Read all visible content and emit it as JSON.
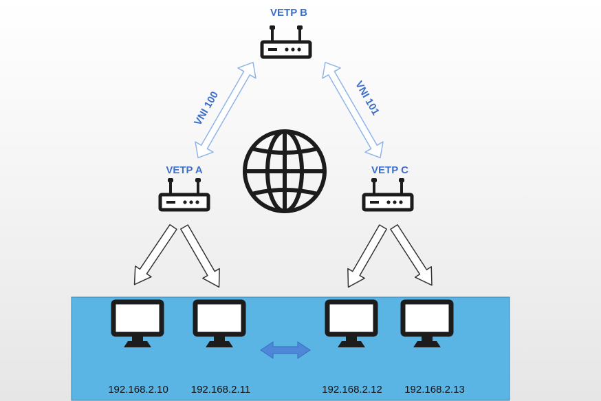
{
  "colors": {
    "accent_text": "#3d6fc9",
    "lan_fill": "#5ab4e4",
    "device": "#1c1c1c",
    "link_arrow_fill": "#ffffff",
    "link_arrow_stroke": "#8fb4e8",
    "lan_arrow_fill": "#4f87d8"
  },
  "vteps": {
    "a": {
      "label": "VETP A",
      "icon": "router-icon"
    },
    "b": {
      "label": "VETP B",
      "icon": "router-icon"
    },
    "c": {
      "label": "VETP C",
      "icon": "router-icon"
    }
  },
  "links": [
    {
      "label": "VNI 100",
      "from": "VETP A",
      "to": "VETP B"
    },
    {
      "label": "VNI 101",
      "from": "VETP B",
      "to": "VETP C"
    }
  ],
  "center_icon": "globe-icon",
  "hosts": [
    {
      "ip": "192.168.2.10",
      "icon": "monitor-icon"
    },
    {
      "ip": "192.168.2.11",
      "icon": "monitor-icon"
    },
    {
      "ip": "192.168.2.12",
      "icon": "monitor-icon"
    },
    {
      "ip": "192.168.2.13",
      "icon": "monitor-icon"
    }
  ]
}
